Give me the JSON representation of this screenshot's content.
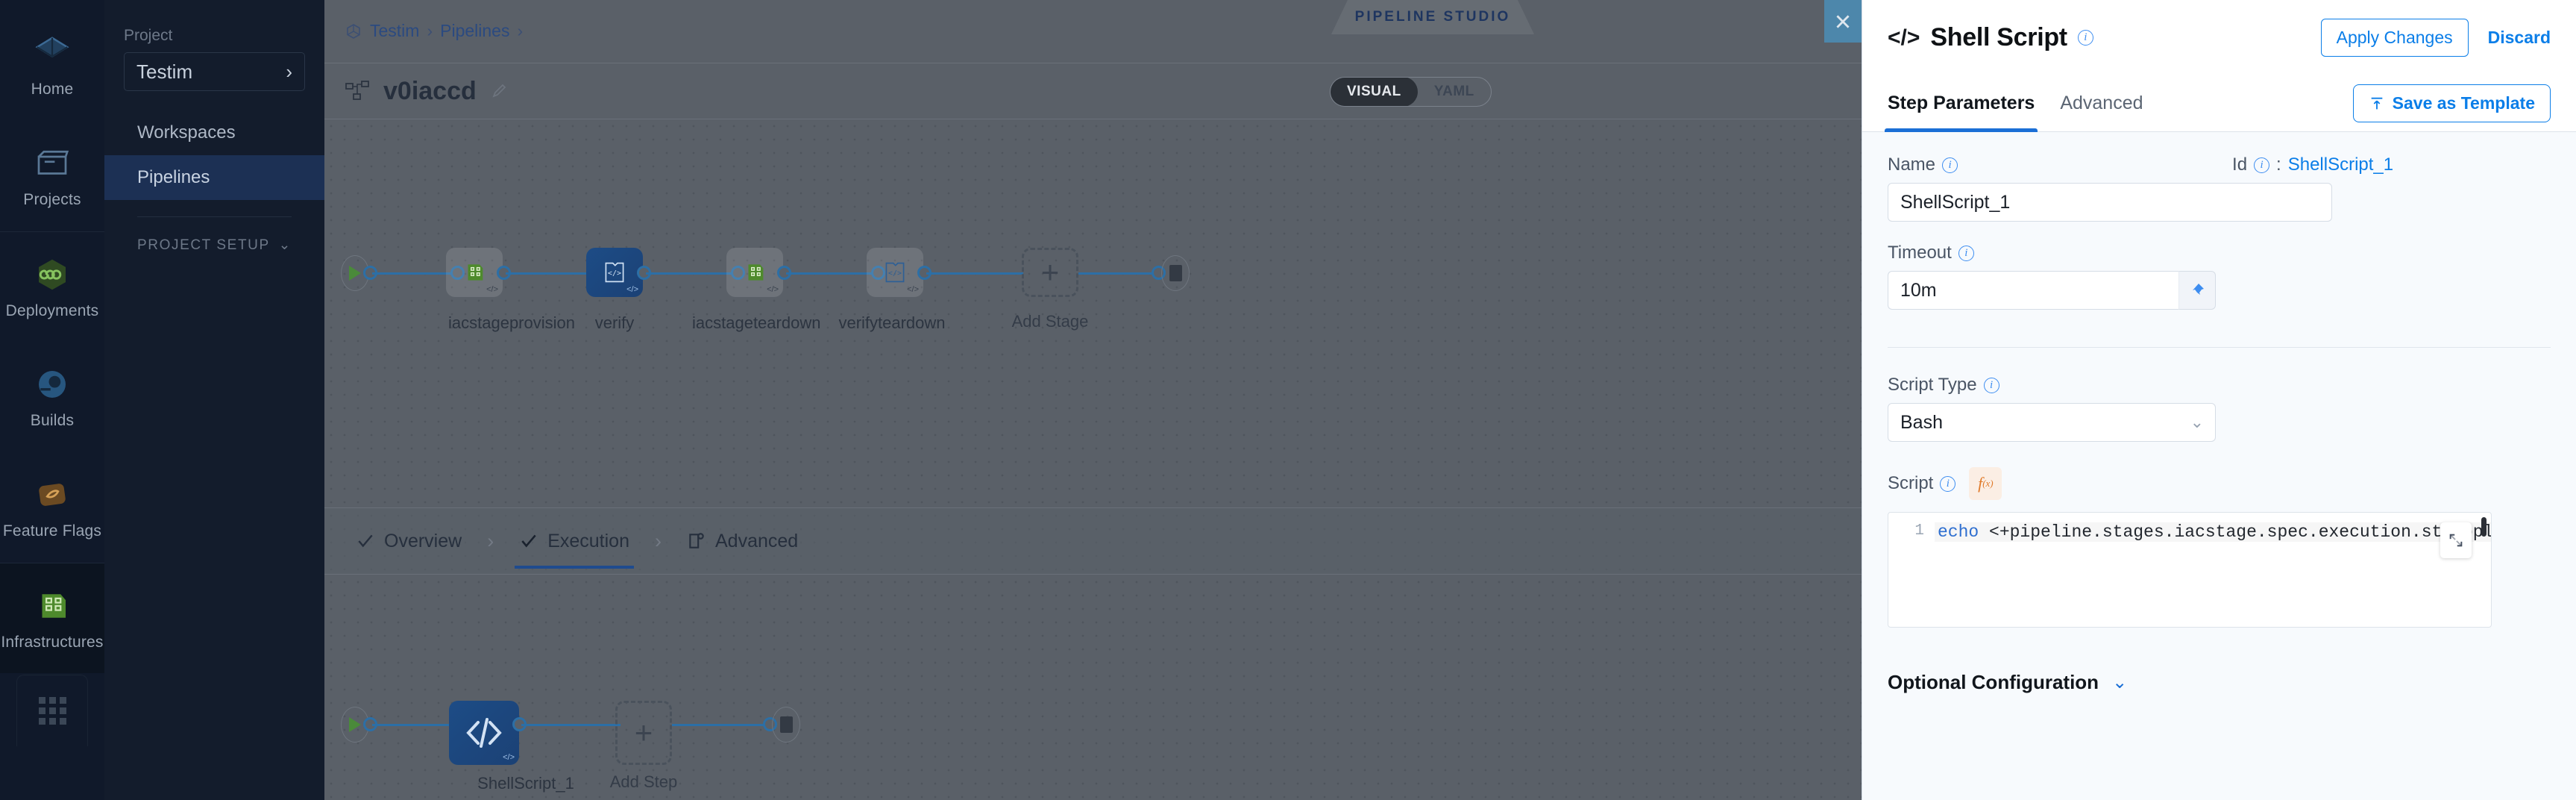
{
  "rail": {
    "items": [
      {
        "label": "Home",
        "icon": "home-cube-icon"
      },
      {
        "label": "Projects",
        "icon": "projects-box-icon"
      },
      {
        "label": "Deployments",
        "icon": "deployments-infinity-icon"
      },
      {
        "label": "Builds",
        "icon": "builds-gear-circle-icon"
      },
      {
        "label": "Feature Flags",
        "icon": "feature-flags-icon"
      },
      {
        "label": "Infrastructures",
        "icon": "infrastructures-icon"
      }
    ],
    "apps_icon": "apps-grid-icon"
  },
  "project_sidebar": {
    "label": "Project",
    "selected_project": "Testim",
    "chevron": "›",
    "nav": [
      {
        "label": "Workspaces",
        "active": false
      },
      {
        "label": "Pipelines",
        "active": true
      }
    ],
    "setup_label": "PROJECT SETUP",
    "setup_chevron": "⌄"
  },
  "topbar": {
    "breadcrumb": [
      "Testim",
      "Pipelines"
    ],
    "breadcrumb_sep": "›",
    "cube_icon": "cube-icon",
    "studio_badge": "PIPELINE STUDIO"
  },
  "pipeline": {
    "name": "v0iaccd",
    "pipeline_icon": "pipeline-graph-icon",
    "edit_icon": "pencil-icon",
    "view_toggle": {
      "options": [
        "VISUAL",
        "YAML"
      ],
      "selected": "VISUAL"
    }
  },
  "stages": [
    {
      "label": "iacstageprovision",
      "selected": false,
      "icon": "infra-green-icon"
    },
    {
      "label": "verify",
      "selected": true,
      "icon": "code-page-icon"
    },
    {
      "label": "iacstageteardown",
      "selected": false,
      "icon": "infra-green-icon"
    },
    {
      "label": "verifyteardown",
      "selected": false,
      "icon": "code-page-icon"
    }
  ],
  "add_stage_label": "Add Stage",
  "add_stage_plus": "+",
  "stage_tabs": [
    {
      "label": "Overview",
      "icon": "check-icon",
      "active": false
    },
    {
      "label": "Execution",
      "icon": "check-icon",
      "active": true
    },
    {
      "label": "Advanced",
      "icon": "advanced-gear-icon",
      "active": false
    }
  ],
  "stage_tab_sep": "›",
  "steps": [
    {
      "label": "ShellScript_1",
      "selected": true,
      "icon": "code-slash-icon"
    }
  ],
  "add_step_label": "Add Step",
  "add_step_plus": "+",
  "panel": {
    "close_icon": "close-icon",
    "title": "Shell Script",
    "title_icon": "code-slash-icon",
    "title_info_icon": "info-icon",
    "apply_changes_label": "Apply Changes",
    "discard_label": "Discard",
    "tabs": [
      {
        "label": "Step Parameters",
        "active": true
      },
      {
        "label": "Advanced",
        "active": false
      }
    ],
    "save_as_template_label": "Save as Template",
    "save_as_template_icon": "upload-template-icon",
    "fields": {
      "name_label": "Name",
      "name_value": "ShellScript_1",
      "id_label": "Id",
      "id_sep": ":",
      "id_value": "ShellScript_1",
      "timeout_label": "Timeout",
      "timeout_value": "10m",
      "pin_icon": "pin-icon",
      "script_type_label": "Script Type",
      "script_type_value": "Bash",
      "script_type_chevron": "⌄",
      "script_label": "Script",
      "fx_icon": "fx-icon",
      "expand_icon": "expand-icon",
      "code_line_number": "1",
      "code_keyword": "echo",
      "code_rest": " <+pipeline.stages.iacstage.spec.execution.step",
      "code_tail": "ppl"
    },
    "optional_configuration_label": "Optional Configuration",
    "optional_configuration_chevron": "⌄"
  },
  "colors": {
    "accent_blue": "#0b7ee8",
    "selected_node": "#1d4c86",
    "wire": "#2c6fa6",
    "green": "#4a8a3a",
    "orange": "#e07a2a",
    "sidebar_bg": "#131c2c"
  }
}
